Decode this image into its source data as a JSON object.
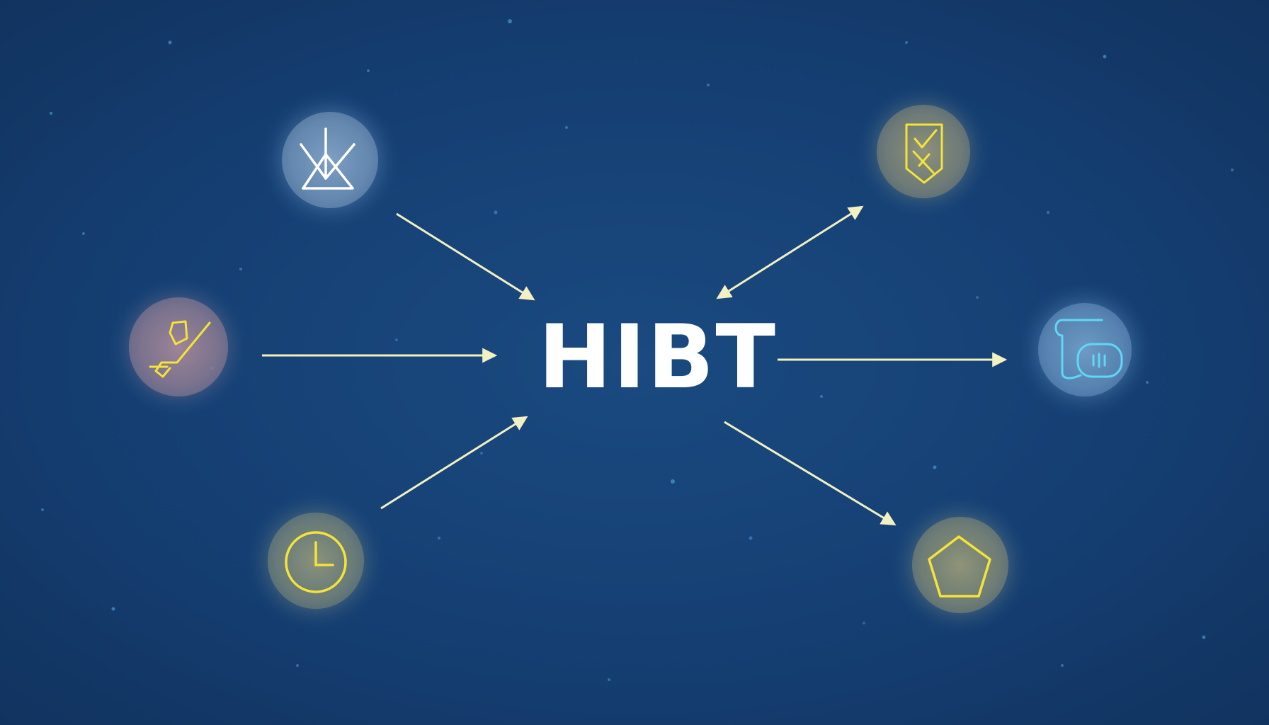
{
  "diagram": {
    "center_label": "HIBT",
    "colors": {
      "background": "#153f73",
      "arrow": "#f3f0c2",
      "icon_white": "#ffffff",
      "icon_yellow": "#f4e33a",
      "icon_cyan": "#5fd8f5"
    },
    "nodes": [
      {
        "id": "node-upper-left",
        "icon": "download-arrow-icon",
        "glow": "blue",
        "arrow": "to-center"
      },
      {
        "id": "node-mid-left",
        "icon": "hand-signature-icon",
        "glow": "pink",
        "arrow": "to-center"
      },
      {
        "id": "node-lower-left",
        "icon": "clock-icon",
        "glow": "yellow",
        "arrow": "to-center"
      },
      {
        "id": "node-upper-right",
        "icon": "shield-check-icon",
        "glow": "yellow",
        "arrow": "bidirectional"
      },
      {
        "id": "node-mid-right",
        "icon": "database-scroll-icon",
        "glow": "cyan",
        "arrow": "from-center"
      },
      {
        "id": "node-lower-right",
        "icon": "pentagon-icon",
        "glow": "yellow",
        "arrow": "from-center"
      }
    ]
  }
}
